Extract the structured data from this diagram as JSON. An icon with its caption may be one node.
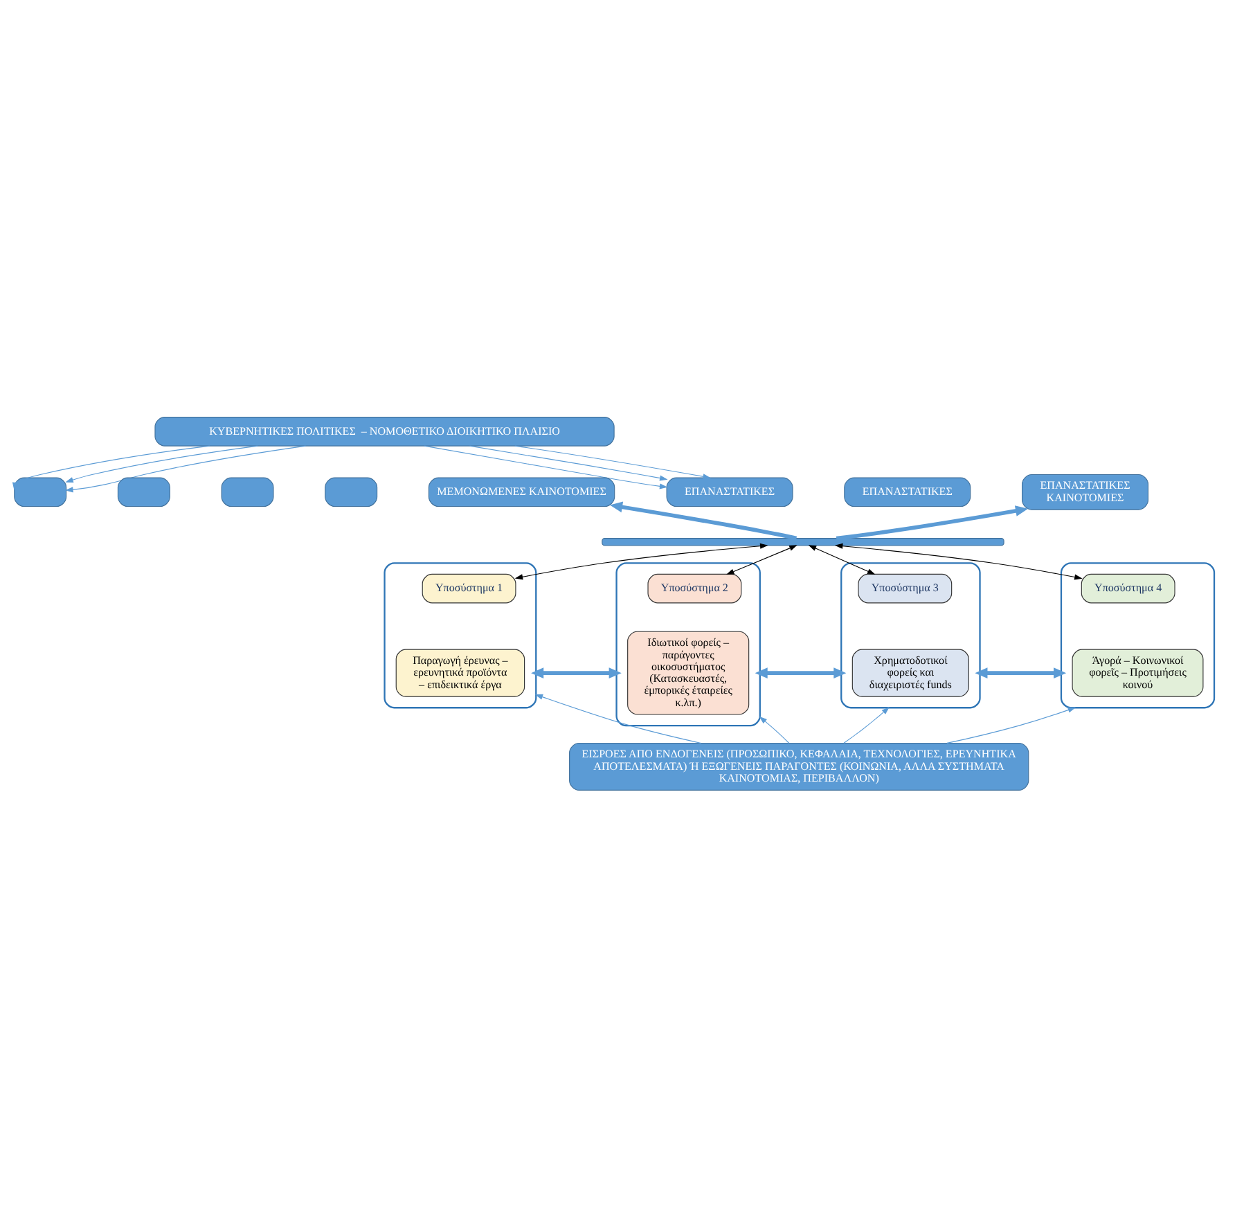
{
  "diagram": {
    "nodes": [
      {
        "text": [
          "ΚΥΒΕΡΝΗΤΙΚΕΣ ΠΟΛΙΤΙΚΕΣ  – ΝΟΜΟΘΕΤΙΚΟ ΔΙΟΙΚΗΤΙΚΟ ΠΛΑΙΣΙΟ"
        ]
      },
      {
        "text": [],
        "shape": "box"
      },
      {
        "text": [],
        "shape": "box"
      },
      {
        "text": [],
        "shape": "box"
      },
      {
        "text": [],
        "shape": "box"
      },
      {
        "text": [
          "ΜΕΜΟΝΩΜΕΝΕΣ ΚΑΙΝΟΤΟΜΙΕΣ"
        ]
      },
      {
        "text": [
          "ΕΠΑΝΑΣΤΑΤΙΚΕΣ"
        ]
      },
      {
        "text": [
          "ΕΠΑΝΑΣΤΑΤΙΚΕΣ"
        ]
      },
      {
        "text": [
          "ΕΠΑΝΑΣΤΑΤΙΚΕΣ ΚΑΙΝΟΤΟΜΙΕΣ"
        ]
      },
      {
        "text": [],
        "shape": "bar"
      },
      {
        "text": [],
        "shape": "cylinder"
      },
      {
        "text": [
          "Υποσύστημα 1"
        ],
        "in": 10
      },
      {
        "text": [
          "Παραγωγή έρευνας – ερευνητικά προϊόντα – επιδεικτικά έργα"
        ],
        "in": 10
      },
      {
        "text": [],
        "shape": "cylinder"
      },
      {
        "text": [
          "Υποσύστημα 2"
        ],
        "in": 13
      },
      {
        "text": [
          "Ιδιωτικοί φορείς – παράγοντες οικοσυστήματος (Κατασκευαστές, έμπορικές έταιρείες κ.λπ.)"
        ],
        "in": 13
      },
      {
        "text": [],
        "shape": "cylinder"
      },
      {
        "text": [
          "Υποσύστημα 3"
        ],
        "in": 16
      },
      {
        "text": [
          "Χρηματοδοτικοί φορείς και διαχειριστές funds"
        ],
        "in": 16
      },
      {
        "text": [],
        "shape": "cylinder"
      },
      {
        "text": [
          "Υποσύστημα 4"
        ],
        "in": 19
      },
      {
        "text": [
          "Άγορά – Κοινωνικοί φορεῖς – Προτιμήσεις κοινού"
        ],
        "in": 19
      },
      {
        "text": [
          "ΕΙΣΡΟΕΣ ΑΠΟ ΕΝΔΟΓΕΝΕΙΣ (ΠΡΟΣΩΠΙΚΟ, ΚΕΦΑΛΑΙΑ, ΤΕΧΝΟΛΟΓΙΕΣ, ΕΡΕΥΝΗΤΙΚΑ ΑΠΟΤΕΛΕΣΜΑΤΑ) Ή ΕΞΩΓΕΝΕΙΣ ΠΑΡΑΓΟΝΤΕΣ (ΚΟΙΝΩΝΙΑ, ΑΛΛΑ ΣΥΣΤΗΜΑΤΑ ΚΑΙΝΟΤΟΜΙΑΣ, ΠΕΡΙΒΑΛΛΟΝ)"
        ]
      }
    ],
    "edges": [
      {
        "from": 0,
        "to": 1,
        "arrow": "to"
      },
      {
        "from": 0,
        "to": 1,
        "arrow": "to"
      },
      {
        "from": 0,
        "to": 1,
        "arrow": "to"
      },
      {
        "from": 0,
        "to": 6,
        "arrow": "to"
      },
      {
        "from": 0,
        "to": 6,
        "arrow": "to"
      },
      {
        "from": 0,
        "to": 6,
        "arrow": "to"
      },
      {
        "from": 9,
        "to": 5,
        "arrow": "to",
        "style": "thick"
      },
      {
        "from": 9,
        "to": 8,
        "arrow": "to",
        "style": "thick"
      },
      {
        "from": 9,
        "to": 11,
        "arrow": "both",
        "color": "#000000"
      },
      {
        "from": 9,
        "to": 14,
        "arrow": "both",
        "color": "#000000"
      },
      {
        "from": 9,
        "to": 17,
        "arrow": "both",
        "color": "#000000"
      },
      {
        "from": 9,
        "to": 20,
        "arrow": "both",
        "color": "#000000"
      },
      {
        "from": 10,
        "to": 13,
        "arrow": "both",
        "style": "thick"
      },
      {
        "from": 13,
        "to": 16,
        "arrow": "both",
        "style": "thick"
      },
      {
        "from": 16,
        "to": 19,
        "arrow": "both",
        "style": "thick"
      },
      {
        "from": 22,
        "to": 10,
        "arrow": "to"
      },
      {
        "from": 22,
        "to": 13,
        "arrow": "to"
      },
      {
        "from": 22,
        "to": 16,
        "arrow": "to"
      },
      {
        "from": 22,
        "to": 19,
        "arrow": "to"
      }
    ]
  }
}
